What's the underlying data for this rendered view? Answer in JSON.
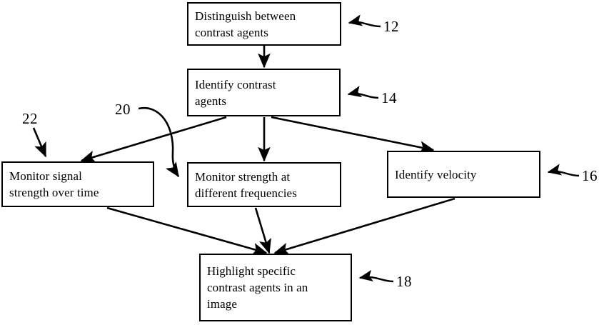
{
  "diagram": {
    "type": "patent-flowchart",
    "boxes": [
      {
        "id": "12",
        "text": "Distinguish between\ncontrast agents",
        "ref": "12"
      },
      {
        "id": "14",
        "text": "Identify contrast\nagents",
        "ref": "14"
      },
      {
        "id": "22",
        "text": "Monitor signal\nstrength over time",
        "ref": "22"
      },
      {
        "id": "20",
        "text": "Monitor strength at\ndifferent frequencies",
        "ref": "20"
      },
      {
        "id": "16",
        "text": "Identify velocity",
        "ref": "16"
      },
      {
        "id": "18",
        "text": "Highlight specific\ncontrast agents in an\nimage",
        "ref": "18"
      }
    ],
    "refs": {
      "r12": "12",
      "r14": "14",
      "r16": "16",
      "r18": "18",
      "r20": "20",
      "r22": "22"
    },
    "colors": {
      "ink": "#000000",
      "paper": "#ffffff"
    }
  }
}
